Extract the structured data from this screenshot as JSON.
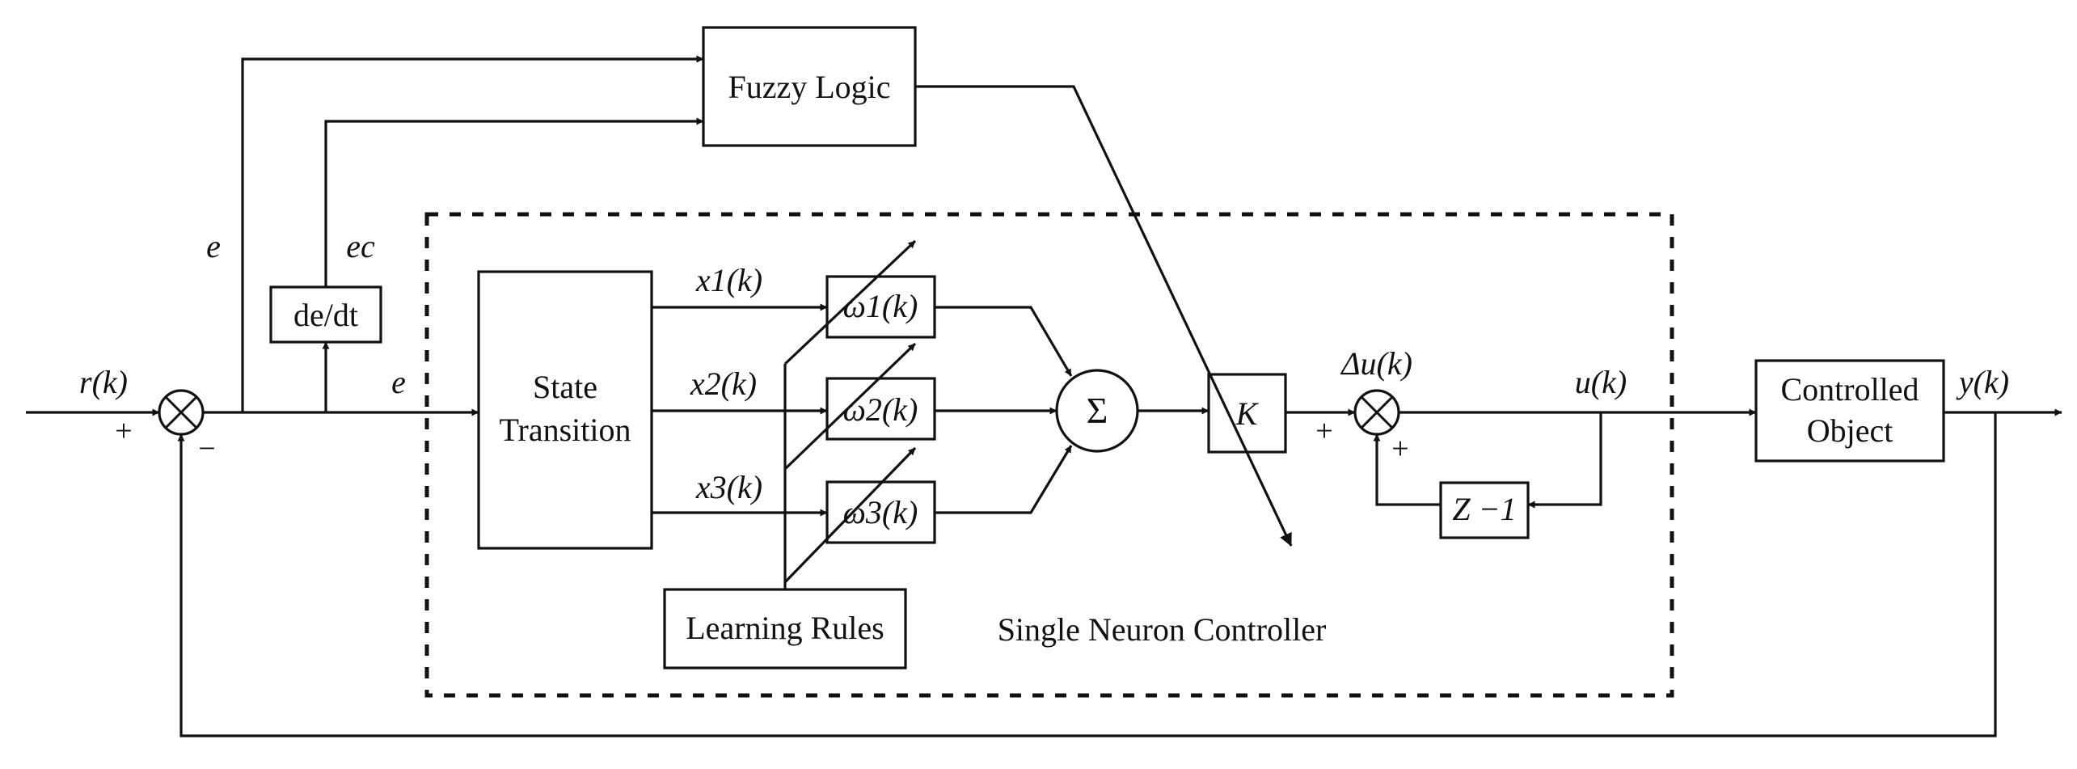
{
  "blocks": {
    "fuzzy_logic": "Fuzzy Logic",
    "derivative": "de/dt",
    "state_transition_line1": "State",
    "state_transition_line2": "Transition",
    "w1": "ω1(k)",
    "w2": "ω2(k)",
    "w3": "ω3(k)",
    "sum": "Σ",
    "gain": "K",
    "delay": "Z −1",
    "learning_rules": "Learning Rules",
    "plant_line1": "Controlled",
    "plant_line2": "Object"
  },
  "signals": {
    "reference": "r(k)",
    "error_top": "e",
    "error_change": "ec",
    "error_main": "e",
    "x1": "x1(k)",
    "x2": "x2(k)",
    "x3": "x3(k)",
    "delta_u": "Δu(k)",
    "control": "u(k)",
    "output": "y(k)"
  },
  "signs": {
    "sum1_plus": "+",
    "sum1_minus": "−",
    "sum2_plus_left": "+",
    "sum2_plus_bottom": "+"
  },
  "controller_region_label": "Single Neuron Controller"
}
